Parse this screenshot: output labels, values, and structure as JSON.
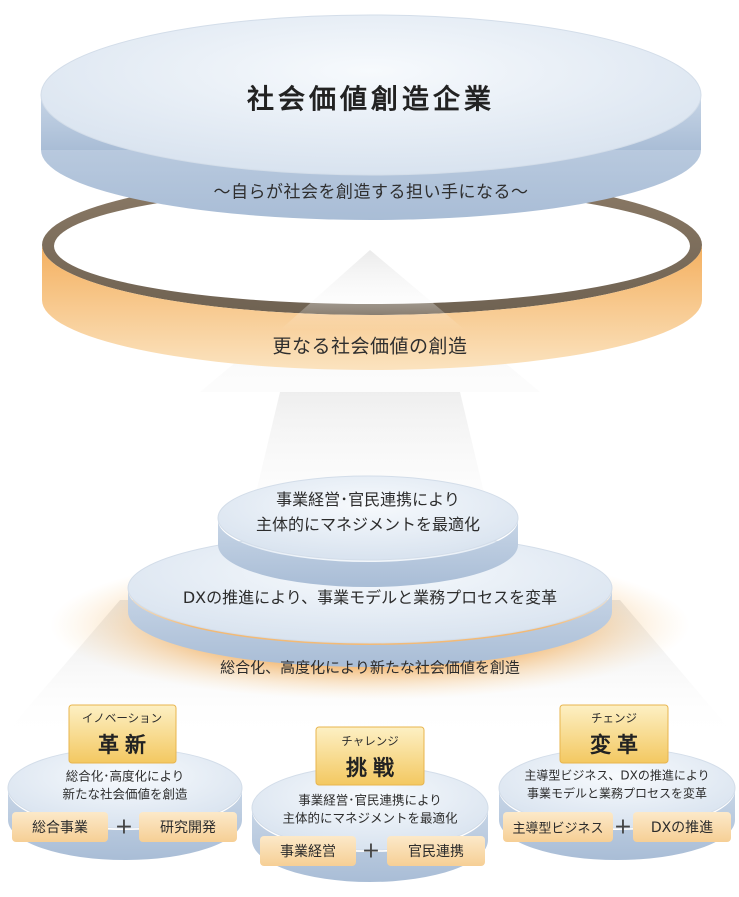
{
  "top": {
    "title": "社会価値創造企業",
    "subtitle": "〜自らが社会を創造する担い手になる〜",
    "band": "更なる社会価値の創造"
  },
  "middle": {
    "upper_tier": [
      "事業経営･官民連携により",
      "主体的にマネジメントを最適化"
    ],
    "lower_tier": "DXの推進により、事業モデルと業務プロセスを変革",
    "glow_text": "総合化、高度化により新たな社会価値を創造"
  },
  "pillars": [
    {
      "kana": "イノベーション",
      "label": "革新",
      "desc": [
        "総合化･高度化により",
        "新たな社会価値を創造"
      ],
      "left": "総合事業",
      "plus": "+",
      "right": "研究開発"
    },
    {
      "kana": "チャレンジ",
      "label": "挑戦",
      "desc": [
        "事業経営･官民連携により",
        "主体的にマネジメントを最適化"
      ],
      "left": "事業経営",
      "plus": "+",
      "right": "官民連携"
    },
    {
      "kana": "チェンジ",
      "label": "変革",
      "desc": [
        "主導型ビジネス、DXの推進により",
        "事業モデルと業務プロセスを変革"
      ],
      "left": "主導型ビジネス",
      "plus": "+",
      "right": "DXの推進"
    }
  ],
  "colors": {
    "disc_top": "#e8eef6",
    "disc_side": "#b9c9df",
    "ring_orange": "#f2ad5a",
    "ring_dark": "#7a6a58",
    "glow": "#f6c98a",
    "label_box": "#f9dcad",
    "caption_box": "#f6d47e"
  }
}
